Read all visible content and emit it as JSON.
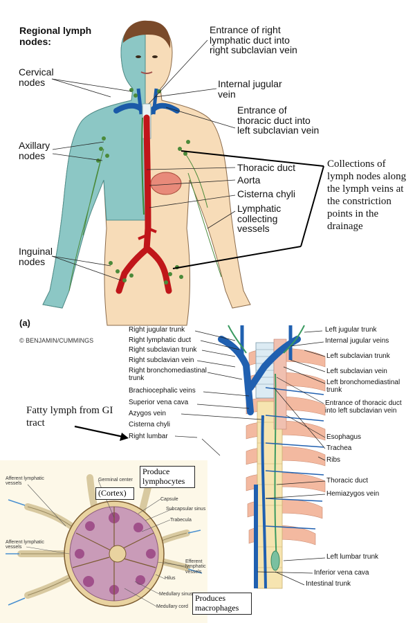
{
  "top": {
    "title": "Regional lymph nodes:",
    "left_labels": [
      "Cervical nodes",
      "Axillary nodes",
      "Inguinal nodes"
    ],
    "right_labels": [
      "Entrance of right lymphatic duct into right subclavian vein",
      "Internal jugular vein",
      "Entrance of thoracic duct into left subclavian vein",
      "Thoracic duct",
      "Aorta",
      "Cisterna chyli",
      "Lymphatic collecting vessels"
    ],
    "panel": "(a)",
    "credit": "© BENJAMIN/CUMMINGS",
    "note": "Collections of lymph nodes along the lymph veins at the constriction points in the drainage"
  },
  "trunk": {
    "left_labels": [
      "Right jugular trunk",
      "Right lymphatic duct",
      "Right subclavian trunk",
      "Right subclavian vein",
      "Right bronchomediastinal trunk",
      "Brachiocephalic veins",
      "Superior vena cava",
      "Azygos vein",
      "Cisterna chyli",
      "Right lumbar"
    ],
    "right_labels": [
      "Left jugular trunk",
      "Internal jugular veins",
      "Left subclavian trunk",
      "Left subclavian vein",
      "Left bronchomediastinal trunk",
      "Entrance of thoracic duct into left subclavian vein",
      "Esophagus",
      "Trachea",
      "Ribs",
      "Thoracic duct",
      "Hemiazygos vein",
      "Left lumbar trunk",
      "Inferior vena cava",
      "Intestinal trunk"
    ],
    "note": "Fatty lymph from GI tract"
  },
  "node": {
    "labels": [
      "Afferent lymphatic vessels",
      "Germinal center",
      "Capsule",
      "Subcapsular sinus",
      "Trabecula",
      "Afferent lymphatic vessels",
      "Efferent lymphatic vessels",
      "Hilus",
      "Medullary sinus",
      "Medullary cord"
    ],
    "boxes": [
      "Produce lymphocytes",
      "(Cortex)",
      "Produces macrophages"
    ]
  }
}
